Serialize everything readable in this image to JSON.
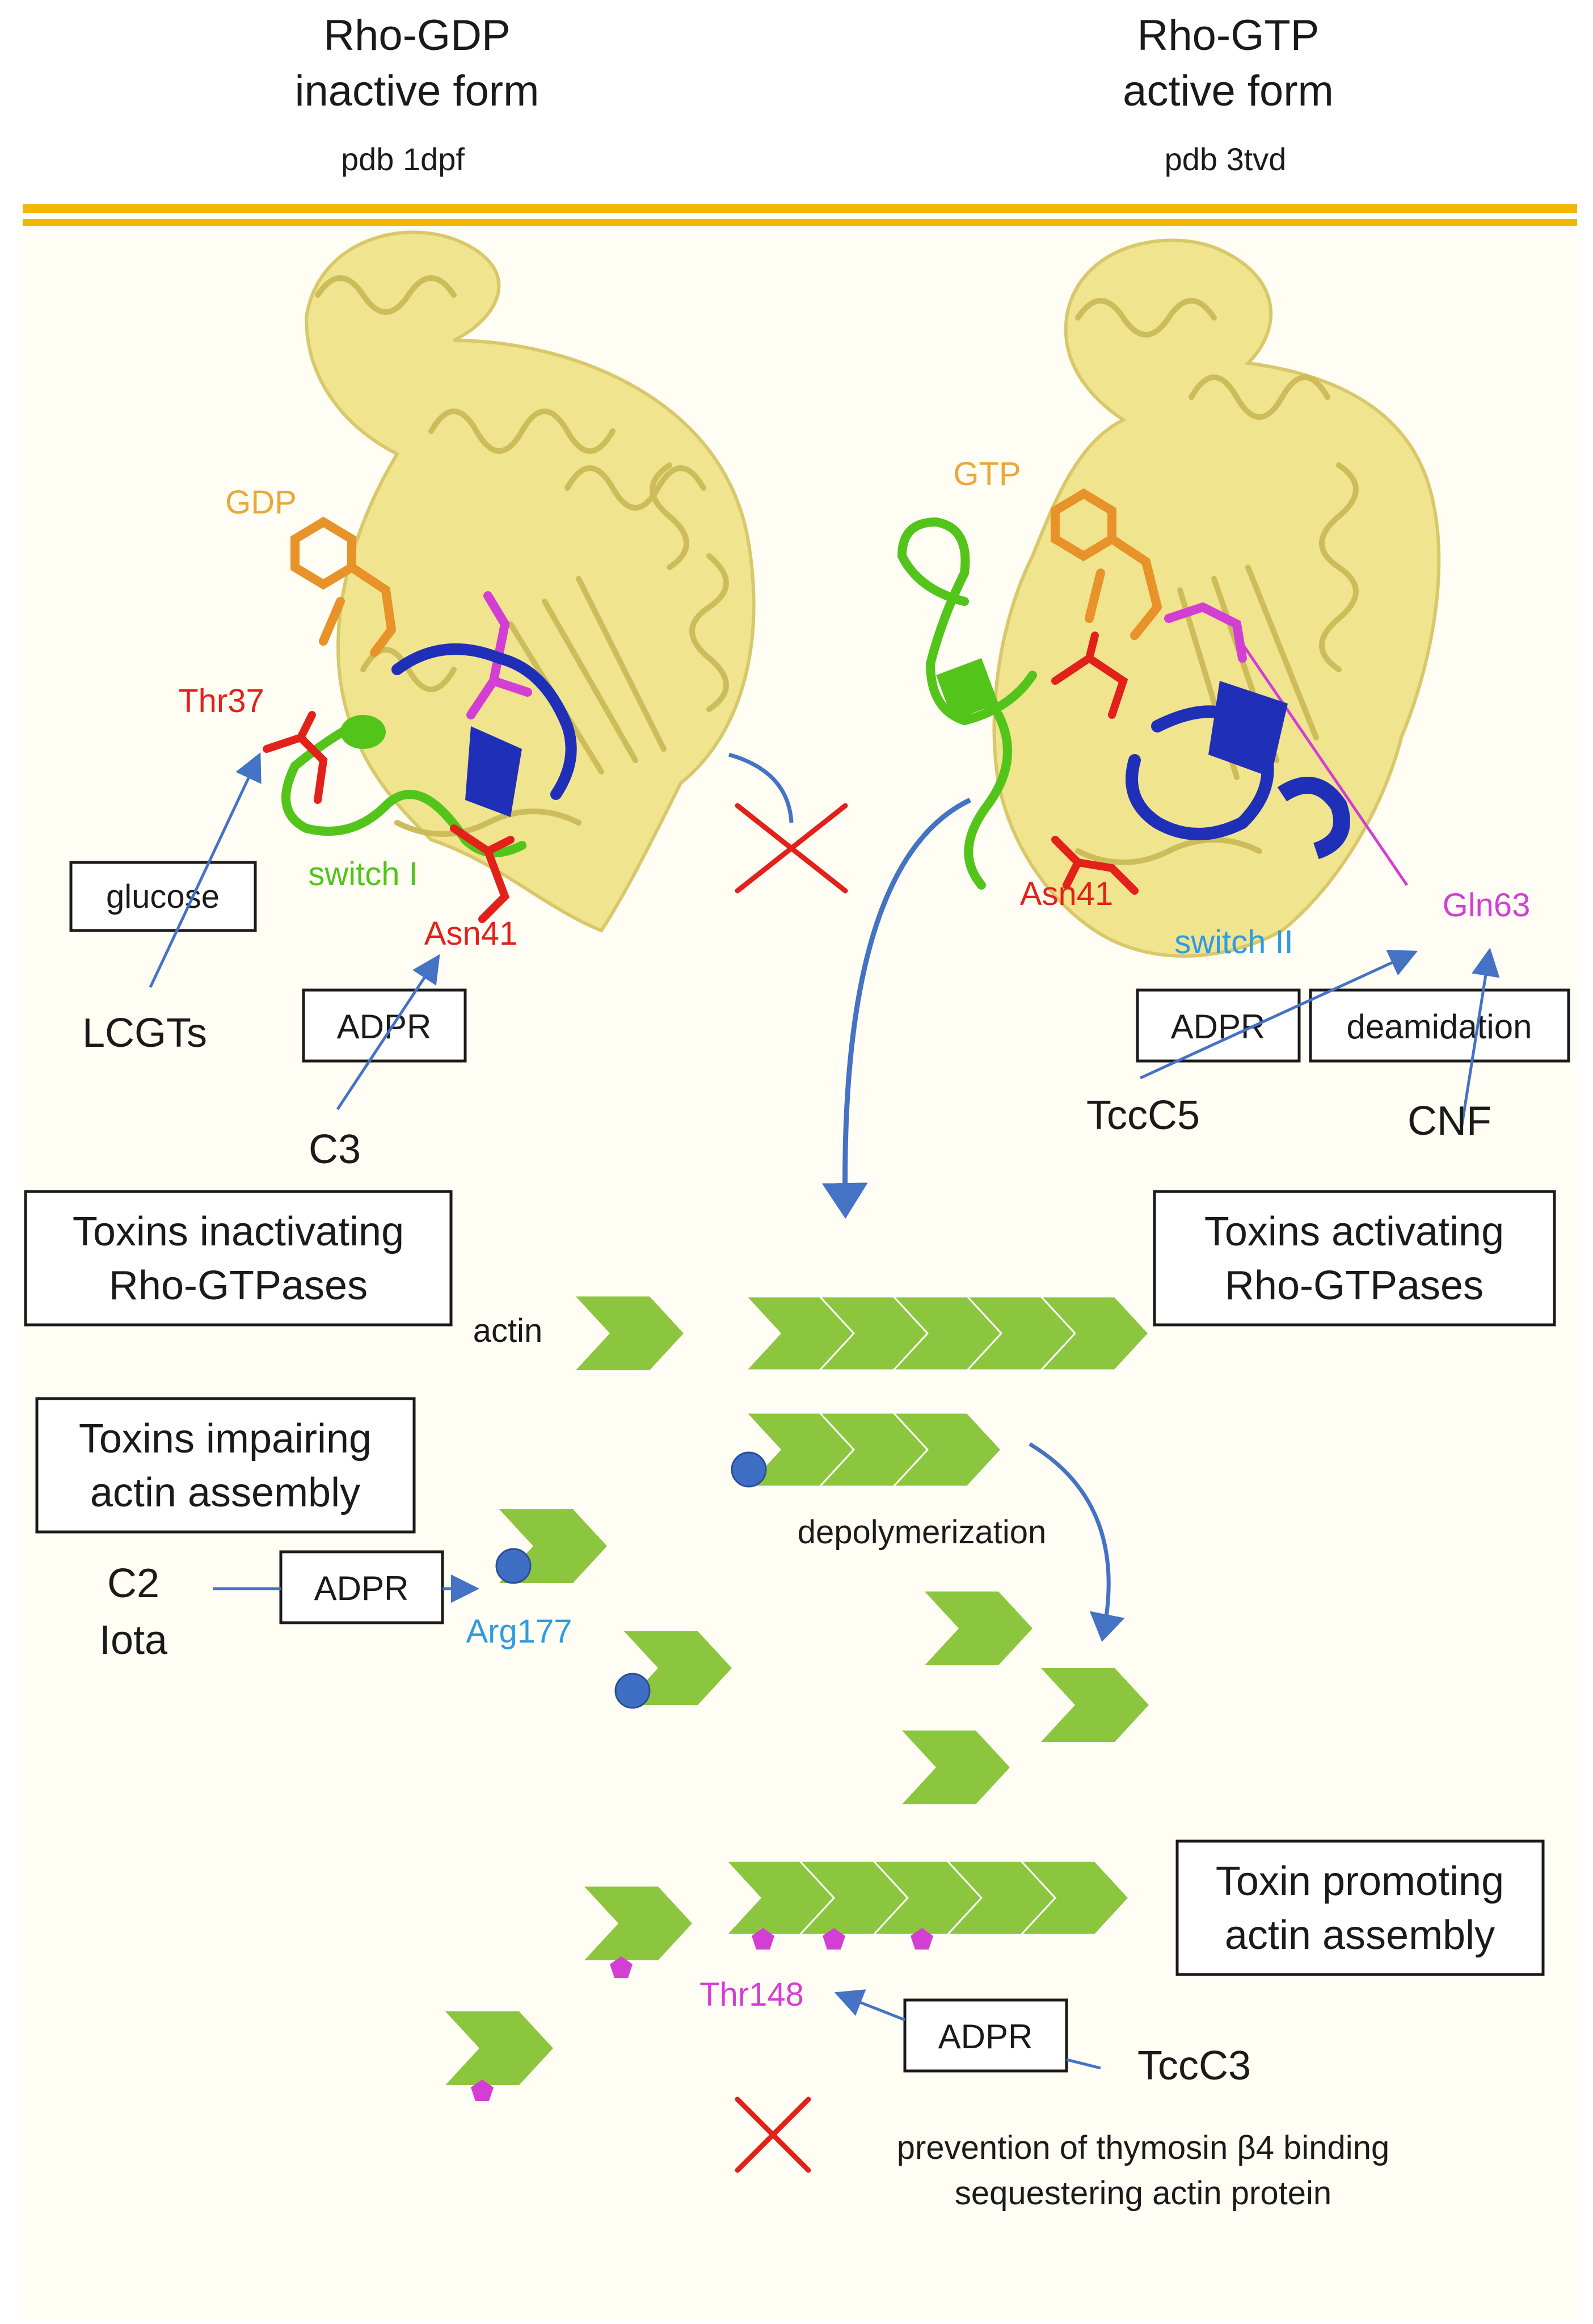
{
  "header": {
    "left": {
      "line1": "Rho-GDP",
      "line2": "inactive form",
      "pdb": "pdb 1dpf"
    },
    "right": {
      "line1": "Rho-GTP",
      "line2": "active form",
      "pdb": "pdb 3tvd"
    }
  },
  "protein_left": {
    "ligand": "GDP",
    "residue_a": "Thr37",
    "residue_b": "Asn41",
    "region": "switch I"
  },
  "protein_right": {
    "ligand": "GTP",
    "residue_a": "Asn41",
    "residue_b": "Gln63",
    "region": "switch II"
  },
  "toxins": {
    "lcgts": "LCGTs",
    "glucose": "glucose",
    "adpr": "ADPR",
    "c3": "C3",
    "tccc5": "TccC5",
    "deamidation": "deamidation",
    "cnf": "CNF",
    "c2": "C2",
    "iota": "Iota",
    "arg177": "Arg177",
    "tccc3": "TccC3",
    "thr148": "Thr148"
  },
  "categories": {
    "inactivating": [
      "Toxins inactivating",
      "Rho-GTPases"
    ],
    "activating": [
      "Toxins activating",
      "Rho-GTPases"
    ],
    "impairing": [
      "Toxins impairing",
      "actin assembly"
    ],
    "promoting": [
      "Toxin promoting",
      "actin assembly"
    ]
  },
  "labels": {
    "actin": "actin",
    "depolymerization": "depolymerization",
    "prevention_line1": "prevention of thymosin β4 binding",
    "prevention_line2": "sequestering actin protein"
  },
  "colors": {
    "membrane": "#f2b705",
    "cytoplasm": "#fffdf4",
    "protein": "#f1e48f",
    "gdp_gtp": "#e8922a",
    "threonine_asparagine": "#e3211b",
    "switch1": "#52c41a",
    "switch2": "#2f9be0",
    "gln63": "#d33fd3",
    "arrow": "#4472c4",
    "actin": "#8cc63f",
    "adp_ribose_dot": "#3e6fc4",
    "cross": "#e3211b"
  }
}
